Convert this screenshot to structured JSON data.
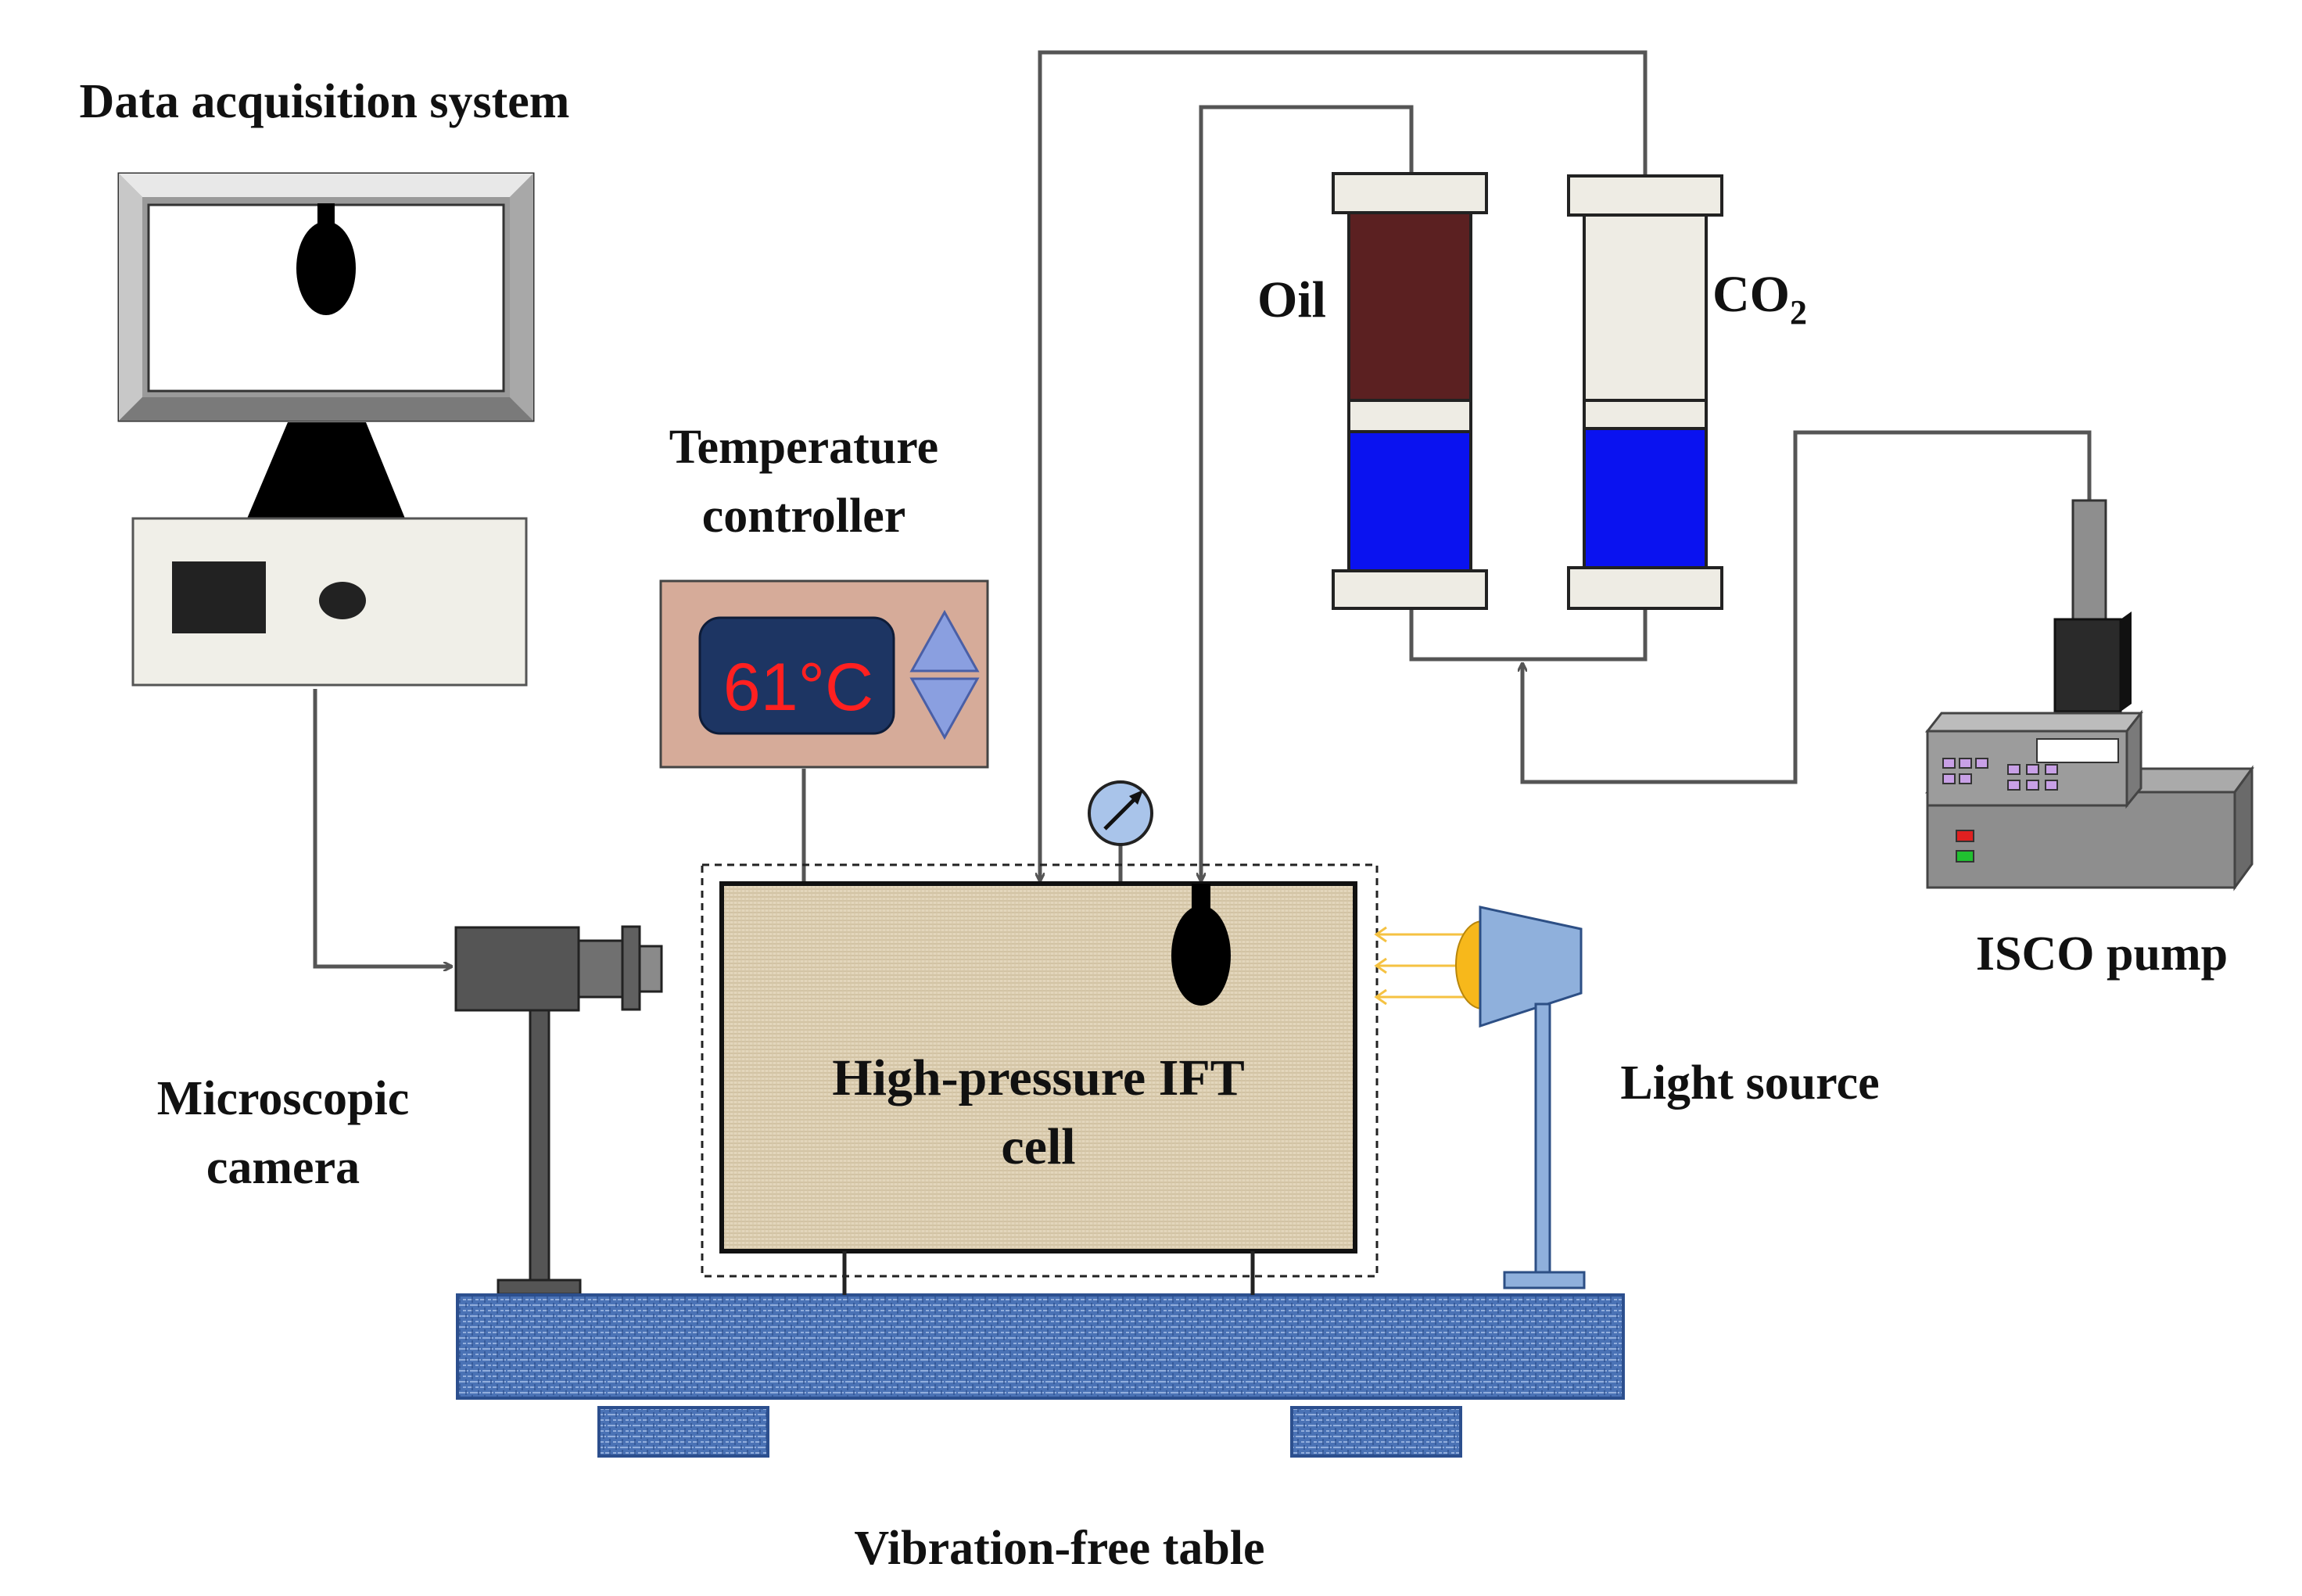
{
  "labels": {
    "daq": "Data acquisition  system",
    "temp_line1": "Temperature",
    "temp_line2": "controller",
    "temp_display": "61°C",
    "oil": "Oil",
    "co2": "CO",
    "co2_sub": "2",
    "isco": "ISCO pump",
    "camera_line1": "Microscopic",
    "camera_line2": "camera",
    "cell_line1": "High-pressure  IFT",
    "cell_line2": "cell",
    "light": "Light source",
    "table": "Vibration-free  table"
  },
  "colors": {
    "line": "#555555",
    "oil": "#5b2021",
    "water": "#0a12f0",
    "cylinder_fill": "#eeece4",
    "cell": "#e3d6bc",
    "table": "#4a72b5",
    "controller": "#d6ab99",
    "lcd_bg": "#1d3563",
    "lcd_text": "#ff2020",
    "lamp_shade": "#8fb0dc",
    "lamp_bulb": "#f7b81b",
    "light_rays": "#f5c242",
    "pump_led_red": "#e02020",
    "pump_led_green": "#20c030",
    "pump_buttons": "#c8a0e6"
  },
  "icons": [
    "pressure-gauge-icon",
    "droplet-icon",
    "up-triangle-icon",
    "down-triangle-icon"
  ]
}
